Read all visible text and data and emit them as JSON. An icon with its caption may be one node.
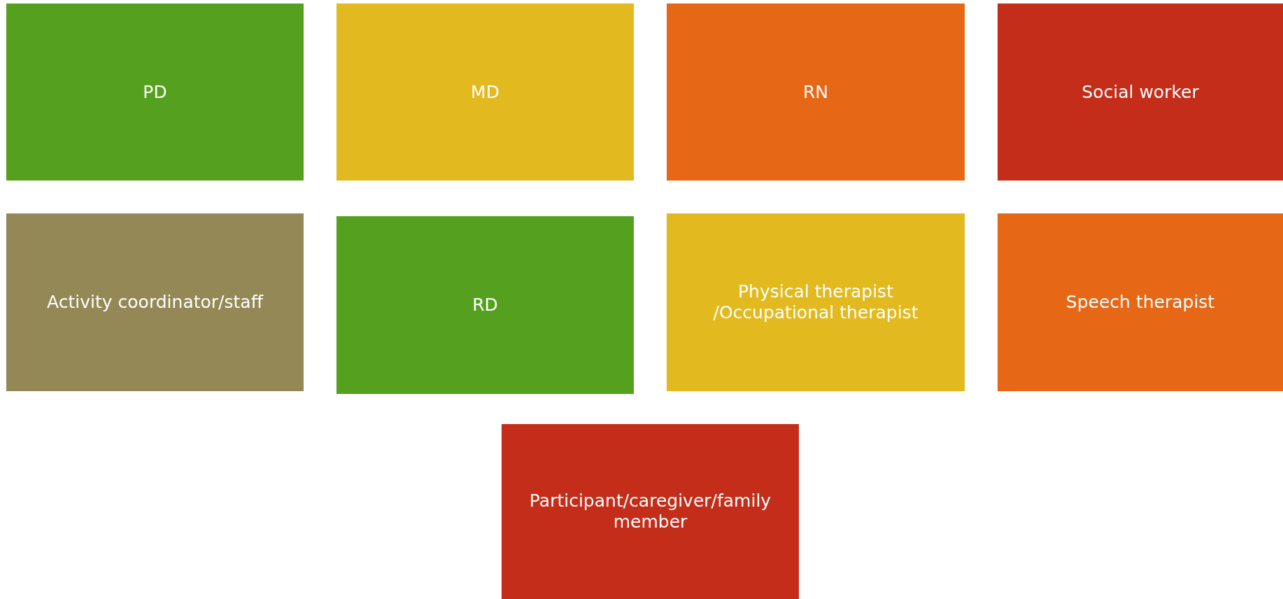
{
  "diagram": {
    "nodes": [
      {
        "text": [
          "PD"
        ]
      },
      {
        "text": [
          "MD"
        ]
      },
      {
        "text": [
          "RN"
        ]
      },
      {
        "text": [
          "Social worker"
        ]
      },
      {
        "text": [
          "Activity coordinator/staff"
        ]
      },
      {
        "text": [
          "RD"
        ]
      },
      {
        "text": [
          "Physical therapist /Occupational therapist"
        ]
      },
      {
        "text": [
          "Speech therapist"
        ]
      },
      {
        "text": [
          "Participant/caregiver/family member"
        ]
      }
    ]
  }
}
